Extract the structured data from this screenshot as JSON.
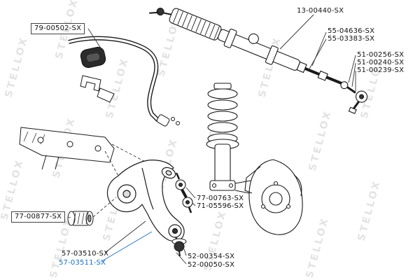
{
  "diagram": {
    "watermark": "STELLOX",
    "highlight_color": "#1a6fbd",
    "labels": [
      {
        "text": "79-00502-SX",
        "boxed": true,
        "highlighted": false
      },
      {
        "text": "13-00440-SX",
        "boxed": false,
        "highlighted": false
      },
      {
        "text": "55-04636-SX",
        "boxed": false,
        "highlighted": false
      },
      {
        "text": "55-03383-SX",
        "boxed": false,
        "highlighted": false
      },
      {
        "text": "51-00256-SX",
        "boxed": false,
        "highlighted": false
      },
      {
        "text": "51-00240-SX",
        "boxed": false,
        "highlighted": false
      },
      {
        "text": "51-00239-SX",
        "boxed": false,
        "highlighted": false
      },
      {
        "text": "77-00763-SX",
        "boxed": false,
        "highlighted": false
      },
      {
        "text": "71-05596-SX",
        "boxed": false,
        "highlighted": false
      },
      {
        "text": "77-00877-SX",
        "boxed": true,
        "highlighted": false
      },
      {
        "text": "57-03510-SX",
        "boxed": false,
        "highlighted": false
      },
      {
        "text": "57-03511-SX",
        "boxed": false,
        "highlighted": true
      },
      {
        "text": "52-00354-SX",
        "boxed": false,
        "highlighted": false
      },
      {
        "text": "52-00050-SX",
        "boxed": false,
        "highlighted": false
      }
    ]
  }
}
